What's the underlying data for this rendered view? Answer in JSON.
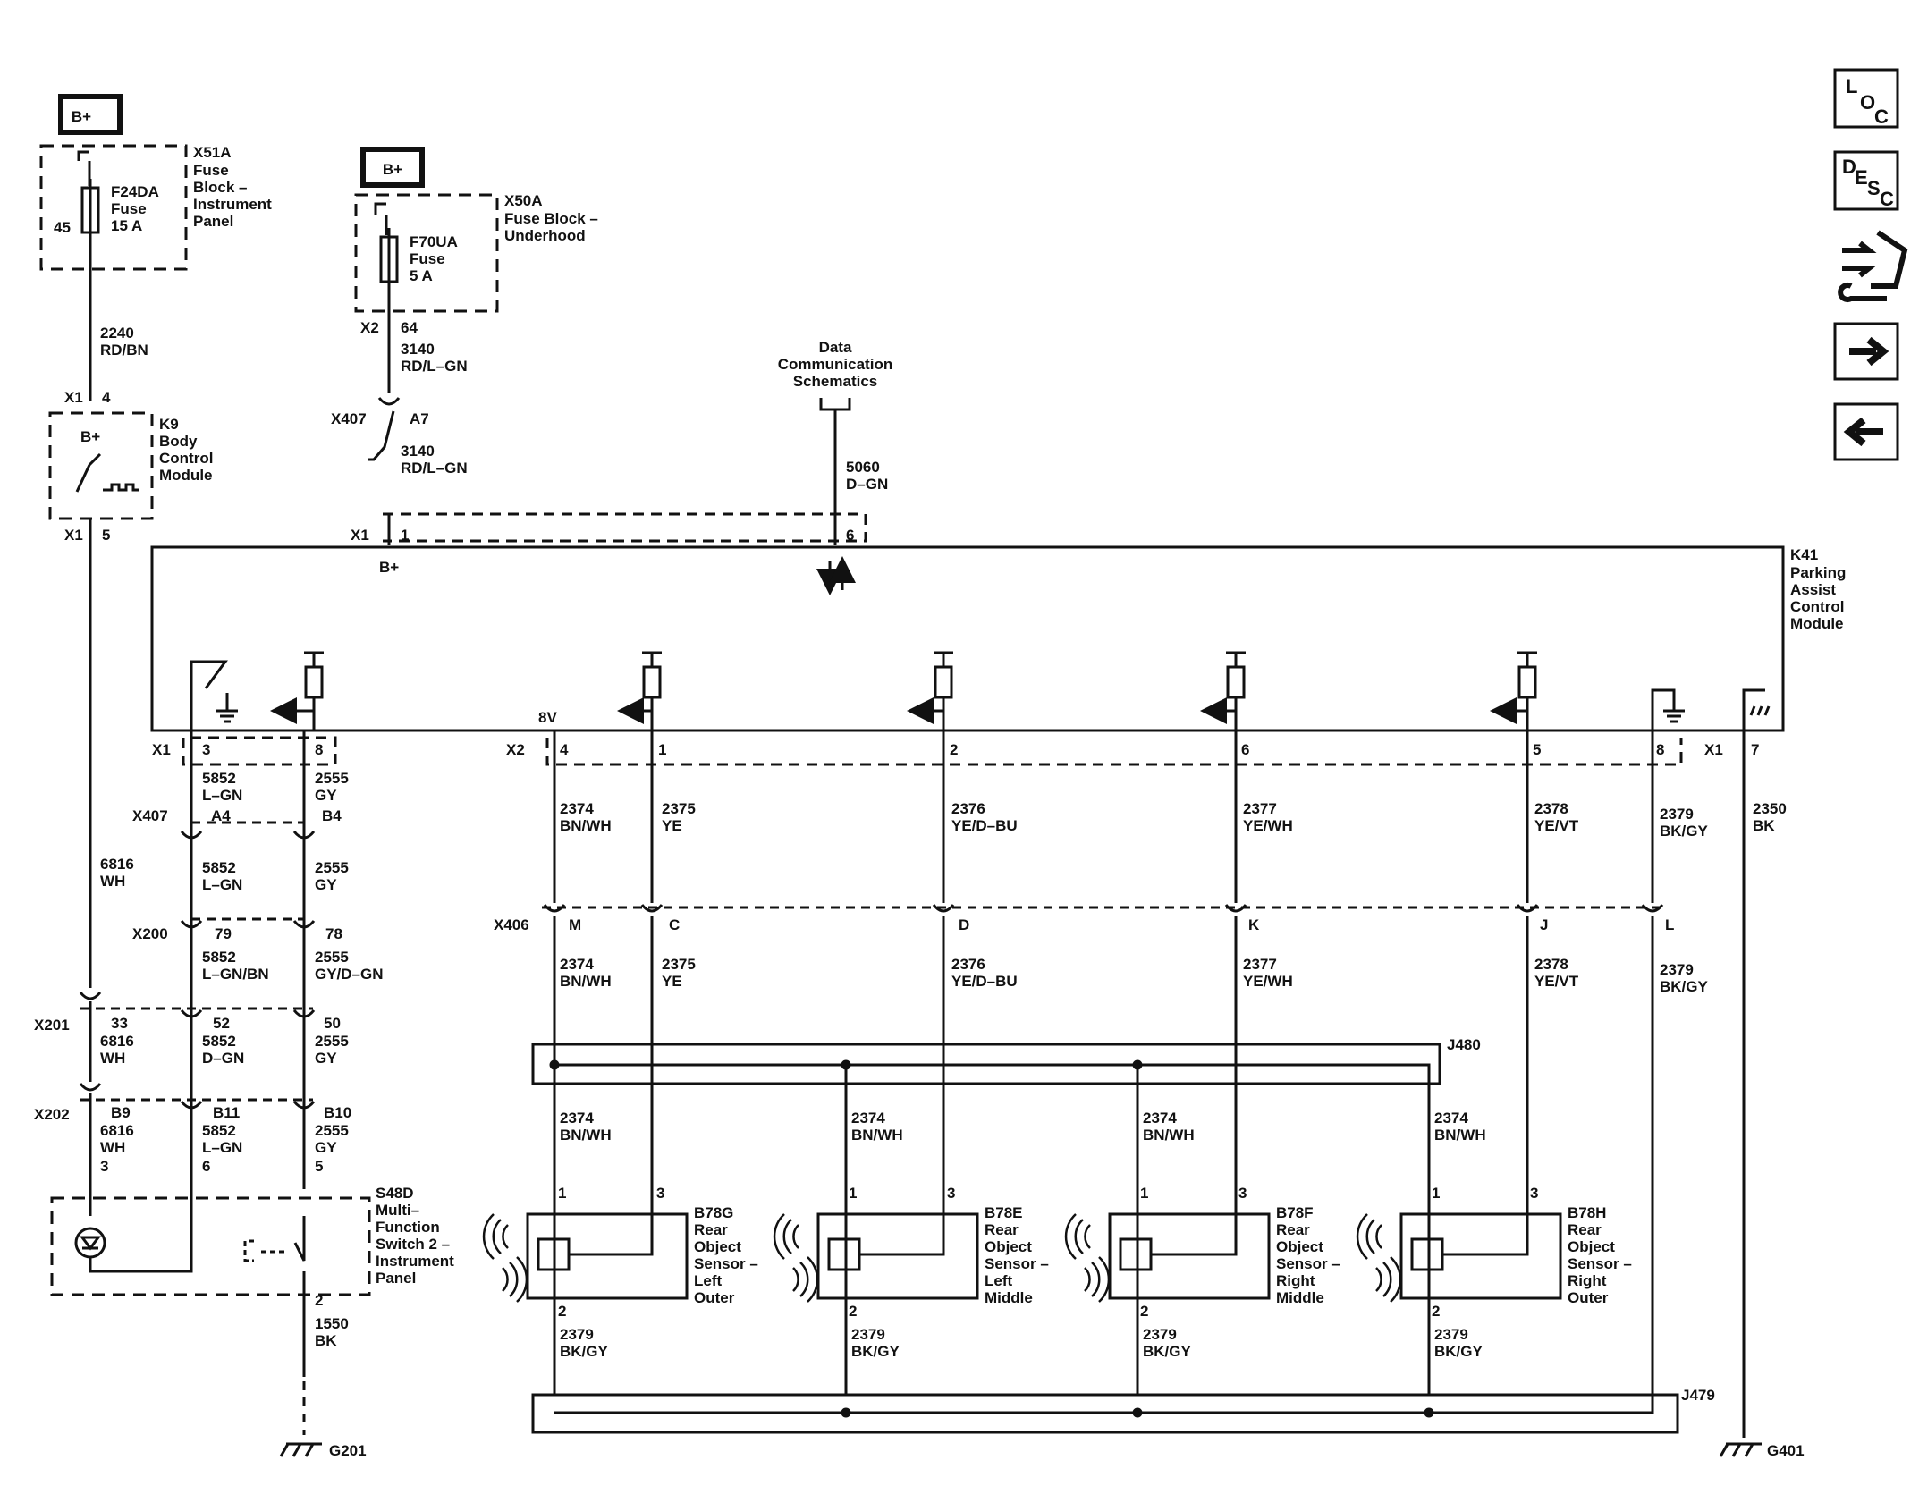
{
  "nav": {
    "loc": [
      "L",
      "O",
      "C"
    ],
    "desc": [
      "D",
      "E",
      "S",
      "C"
    ],
    "icons": [
      "loc-icon",
      "desc-icon",
      "connector-view-icon",
      "next-arrow-icon",
      "previous-arrow-icon"
    ]
  },
  "power": {
    "bplus": "B+"
  },
  "fuse_blocks": {
    "x51a": {
      "id": "X51A",
      "name": [
        "Fuse",
        "Block –",
        "Instrument",
        "Panel"
      ],
      "fuse": [
        "F24DA",
        "Fuse",
        "15 A"
      ],
      "cav": "45"
    },
    "x50a": {
      "id": "X50A",
      "name": [
        "Fuse Block –",
        "Underhood"
      ],
      "fuse": [
        "F70UA",
        "Fuse",
        "5 A"
      ],
      "conn": "X2",
      "pin": "64"
    }
  },
  "wires": {
    "w2240": [
      "2240",
      "RD/BN"
    ],
    "w3140a": [
      "3140",
      "RD/L–GN"
    ],
    "w3140b": [
      "3140",
      "RD/L–GN"
    ],
    "w5060": [
      "5060",
      "D–GN"
    ],
    "w6816": [
      "6816",
      "WH"
    ],
    "w5852a": [
      "5852",
      "L–GN"
    ],
    "w2555a": [
      "2555",
      "GY"
    ],
    "w5852b": [
      "5852",
      "L–GN"
    ],
    "w2555b": [
      "2555",
      "GY"
    ],
    "w5852c": [
      "5852",
      "L–GN/BN"
    ],
    "w2555c": [
      "2555",
      "GY/D–GN"
    ],
    "w6816d": [
      "6816",
      "WH"
    ],
    "w5852d": [
      "5852",
      "D–GN"
    ],
    "w2555d": [
      "2555",
      "GY"
    ],
    "w6816e": [
      "6816",
      "WH"
    ],
    "w5852e": [
      "5852",
      "L–GN"
    ],
    "w2555e": [
      "2555",
      "GY"
    ],
    "w1550": [
      "1550",
      "BK"
    ],
    "w2374a": [
      "2374",
      "BN/WH"
    ],
    "w2375a": [
      "2375",
      "YE"
    ],
    "w2376a": [
      "2376",
      "YE/D–BU"
    ],
    "w2377a": [
      "2377",
      "YE/WH"
    ],
    "w2378a": [
      "2378",
      "YE/VT"
    ],
    "w2379a": [
      "2379",
      "BK/GY"
    ],
    "w2350": [
      "2350",
      "BK"
    ],
    "w2374b": [
      "2374",
      "BN/WH"
    ],
    "w2375b": [
      "2375",
      "YE"
    ],
    "w2376b": [
      "2376",
      "YE/D–BU"
    ],
    "w2377b": [
      "2377",
      "YE/WH"
    ],
    "w2378b": [
      "2378",
      "YE/VT"
    ],
    "w2379b": [
      "2379",
      "BK/GY"
    ],
    "s1": [
      "2374",
      "BN/WH"
    ],
    "s2": [
      "2374",
      "BN/WH"
    ],
    "s3": [
      "2374",
      "BN/WH"
    ],
    "s4": [
      "2374",
      "BN/WH"
    ],
    "g1": [
      "2379",
      "BK/GY"
    ],
    "g2": [
      "2379",
      "BK/GY"
    ],
    "g3": [
      "2379",
      "BK/GY"
    ],
    "g4": [
      "2379",
      "BK/GY"
    ]
  },
  "connectors": {
    "x1_4": "X1",
    "p4": "4",
    "x1_5": "X1",
    "p5": "5",
    "x407_top": "X407",
    "a7": "A7",
    "k41_x1": "X1",
    "k41_p1": "1",
    "k41_p6": "6",
    "x1_low": "X1",
    "p3": "3",
    "p8": "8",
    "x2_low": "X2",
    "p4b": "4",
    "p1": "1",
    "p2": "2",
    "p6": "6",
    "p5b": "5",
    "p8b": "8",
    "x1_r": "X1",
    "p7": "7",
    "x407": "X407",
    "a4": "A4",
    "b4": "B4",
    "x200": "X200",
    "p79": "79",
    "p78": "78",
    "x201": "X201",
    "p33": "33",
    "p52": "52",
    "p50": "50",
    "x202": "X202",
    "b9": "B9",
    "b11": "B11",
    "b10": "B10",
    "s48_3": "3",
    "s48_6": "6",
    "s48_5": "5",
    "s48_2": "2",
    "x406": "X406",
    "pM": "M",
    "pC": "C",
    "pD": "D",
    "pK": "K",
    "pJ": "J",
    "pL": "L"
  },
  "modules": {
    "k9": {
      "id": "K9",
      "name": [
        "Body",
        "Control",
        "Module"
      ],
      "bplus": "B+"
    },
    "k41": {
      "id": "K41",
      "name": [
        "Parking",
        "Assist",
        "Control",
        "Module"
      ],
      "bplus": "B+",
      "v8": "8V"
    },
    "s48d": {
      "id": "S48D",
      "name": [
        "Multi–",
        "Function",
        "Switch 2 –",
        "Instrument",
        "Panel"
      ]
    }
  },
  "data_comm": [
    "Data",
    "Communication",
    "Schematics"
  ],
  "splices": {
    "j480": "J480",
    "j479": "J479"
  },
  "sensors": [
    {
      "id": "B78G",
      "name": [
        "Rear",
        "Object",
        "Sensor –",
        "Left",
        "Outer"
      ],
      "p1": "1",
      "p3": "3",
      "p2": "2"
    },
    {
      "id": "B78E",
      "name": [
        "Rear",
        "Object",
        "Sensor –",
        "Left",
        "Middle"
      ],
      "p1": "1",
      "p3": "3",
      "p2": "2"
    },
    {
      "id": "B78F",
      "name": [
        "Rear",
        "Object",
        "Sensor –",
        "Right",
        "Middle"
      ],
      "p1": "1",
      "p3": "3",
      "p2": "2"
    },
    {
      "id": "B78H",
      "name": [
        "Rear",
        "Object",
        "Sensor –",
        "Right",
        "Outer"
      ],
      "p1": "1",
      "p3": "3",
      "p2": "2"
    }
  ],
  "grounds": {
    "g201": "G201",
    "g401": "G401"
  }
}
